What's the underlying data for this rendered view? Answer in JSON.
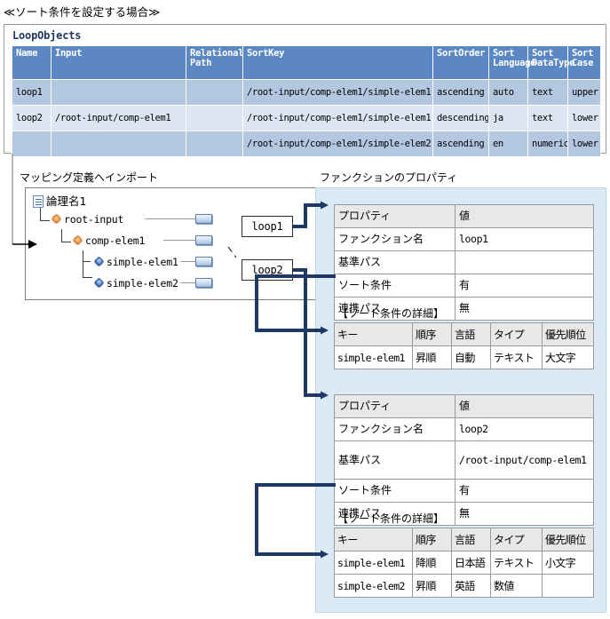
{
  "title": "≪ソート条件を設定する場合≫",
  "loop_objects": {
    "caption": "LoopObjects",
    "columns": [
      "Name",
      "Input",
      "Relational Path",
      "SortKey",
      "SortOrder",
      "Sort Language",
      "Sort DataType",
      "Sort Case"
    ],
    "columns_wrapped": [
      {
        "l1": "Name",
        "l2": ""
      },
      {
        "l1": "Input",
        "l2": ""
      },
      {
        "l1": "Relational",
        "l2": "Path"
      },
      {
        "l1": "SortKey",
        "l2": ""
      },
      {
        "l1": "SortOrder",
        "l2": ""
      },
      {
        "l1": "Sort",
        "l2": "Language"
      },
      {
        "l1": "Sort",
        "l2": "DataType"
      },
      {
        "l1": "Sort",
        "l2": "Case"
      }
    ],
    "rows": [
      {
        "name": "loop1",
        "input": "",
        "relational_path": "",
        "sort_key": "/root-input/comp-elem1/simple-elem1",
        "sort_order": "ascending",
        "sort_language": "auto",
        "sort_datatype": "text",
        "sort_case": "upper"
      },
      {
        "name": "loop2",
        "input": "/root-input/comp-elem1",
        "relational_path": "",
        "sort_key": "/root-input/comp-elem1/simple-elem1",
        "sort_order": "descending",
        "sort_language": "ja",
        "sort_datatype": "text",
        "sort_case": "lower"
      },
      {
        "name": "",
        "input": "",
        "relational_path": "",
        "sort_key": "/root-input/comp-elem1/simple-elem2",
        "sort_order": "ascending",
        "sort_language": "en",
        "sort_datatype": "numeric",
        "sort_case": "lower"
      }
    ]
  },
  "mapping_section": {
    "caption": "マッピング定義へインポート",
    "tree": {
      "root_label": "論理名1",
      "nodes": [
        {
          "label": "root-input",
          "icon": "complex-element-icon"
        },
        {
          "label": "comp-elem1",
          "icon": "complex-element-icon"
        },
        {
          "label": "simple-elem1",
          "icon": "simple-element-icon"
        },
        {
          "label": "simple-elem2",
          "icon": "simple-element-icon"
        }
      ]
    },
    "loop_boxes": [
      {
        "label": "loop1"
      },
      {
        "label": "loop2"
      }
    ]
  },
  "function_section": {
    "caption": "ファンクションのプロパティ",
    "blocks": [
      {
        "properties": {
          "header": {
            "key": "プロパティ",
            "value": "値"
          },
          "rows": [
            {
              "key": "ファンクション名",
              "value": "loop1",
              "mono": true
            },
            {
              "key": "基準パス",
              "value": "",
              "mono": true
            },
            {
              "key": "ソート条件",
              "value": "有",
              "mono": false
            },
            {
              "key": "連携パス",
              "value": "無",
              "mono": false
            }
          ]
        },
        "detail_caption": "【ソート条件の詳細】",
        "detail": {
          "columns": [
            "キー",
            "順序",
            "言語",
            "タイプ",
            "優先順位"
          ],
          "rows": [
            {
              "key": "simple-elem1",
              "order": "昇順",
              "language": "自動",
              "type": "テキスト",
              "priority": "大文字"
            }
          ]
        }
      },
      {
        "properties": {
          "header": {
            "key": "プロパティ",
            "value": "値"
          },
          "rows": [
            {
              "key": "ファンクション名",
              "value": "loop2",
              "mono": true
            },
            {
              "key": "基準パス",
              "value": "/root-input/comp-elem1",
              "mono": true
            },
            {
              "key": "ソート条件",
              "value": "有",
              "mono": false
            },
            {
              "key": "連携パス",
              "value": "無",
              "mono": false
            }
          ]
        },
        "detail_caption": "【ソート条件の詳細】",
        "detail": {
          "columns": [
            "キー",
            "順序",
            "言語",
            "タイプ",
            "優先順位"
          ],
          "rows": [
            {
              "key": "simple-elem1",
              "order": "降順",
              "language": "日本語",
              "type": "テキスト",
              "priority": "小文字"
            },
            {
              "key": "simple-elem2",
              "order": "昇順",
              "language": "英語",
              "type": "数値",
              "priority": ""
            }
          ]
        }
      }
    ]
  },
  "colors": {
    "table_header_blue": "#5b87c5",
    "row_band_dark": "#b4c7e0",
    "row_band_light": "#dce6f2",
    "panel_blue": "#dbeaf7",
    "connector_navy": "#1f3864",
    "caption_navy": "#1f3864"
  }
}
